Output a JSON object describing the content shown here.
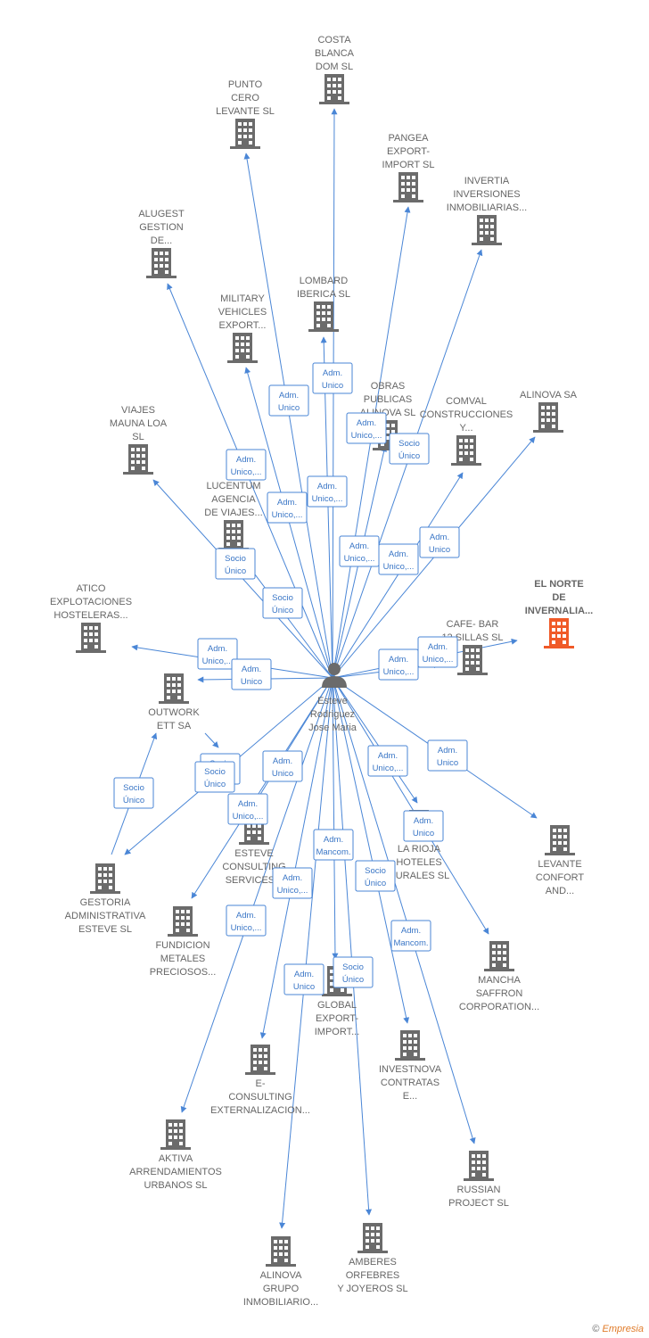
{
  "center": {
    "name_lines": [
      "Esteve",
      "Rodriguez",
      "Jose Maria"
    ]
  },
  "companies": [
    {
      "id": "costa",
      "lines": [
        "COSTA",
        "BLANCA",
        "DOM  SL"
      ]
    },
    {
      "id": "punto",
      "lines": [
        "PUNTO",
        "CERO",
        "LEVANTE SL"
      ]
    },
    {
      "id": "pangea",
      "lines": [
        "PANGEA",
        "EXPORT-",
        "IMPORT  SL"
      ]
    },
    {
      "id": "invertia",
      "lines": [
        "INVERTIA",
        "INVERSIONES",
        "INMOBILIARIAS..."
      ]
    },
    {
      "id": "alugest",
      "lines": [
        "ALUGEST",
        "GESTION",
        "DE..."
      ]
    },
    {
      "id": "lombard",
      "lines": [
        "LOMBARD",
        "IBERICA  SL"
      ]
    },
    {
      "id": "military",
      "lines": [
        "MILITARY",
        "VEHICLES",
        "EXPORT..."
      ]
    },
    {
      "id": "obras",
      "lines": [
        "OBRAS",
        "PUBLICAS",
        "ALINOVA  SL"
      ]
    },
    {
      "id": "comval",
      "lines": [
        "COMVAL",
        "CONSTRUCCIONES",
        "Y..."
      ]
    },
    {
      "id": "alinovasa",
      "lines": [
        "ALINOVA SA"
      ]
    },
    {
      "id": "viajes",
      "lines": [
        "VIAJES",
        "MAUNA LOA",
        "SL"
      ]
    },
    {
      "id": "lucentum",
      "lines": [
        "LUCENTUM",
        "AGENCIA",
        "DE VIAJES..."
      ]
    },
    {
      "id": "elnorte",
      "lines": [
        "EL NORTE",
        "DE",
        "INVERNALIA..."
      ]
    },
    {
      "id": "atico",
      "lines": [
        "ATICO",
        "EXPLOTACIONES",
        "HOSTELERAS..."
      ]
    },
    {
      "id": "cafe",
      "lines": [
        "CAFE- BAR",
        "12 SILLAS  SL"
      ]
    },
    {
      "id": "outwork",
      "lines": [
        "OUTWORK",
        "ETT SA"
      ]
    },
    {
      "id": "esteveconsulting",
      "lines": [
        "ESTEVE",
        "CONSULTING",
        "SERVICES..."
      ]
    },
    {
      "id": "larioja",
      "lines": [
        "LA RIOJA",
        "HOTELES",
        "RURALES  SL"
      ]
    },
    {
      "id": "levante",
      "lines": [
        "LEVANTE",
        "CONFORT",
        "AND..."
      ]
    },
    {
      "id": "gestoria",
      "lines": [
        "GESTORIA",
        "ADMINISTRATIVA",
        "ESTEVE  SL"
      ]
    },
    {
      "id": "fundicion",
      "lines": [
        "FUNDICION",
        "METALES",
        "PRECIOSOS..."
      ]
    },
    {
      "id": "mancha",
      "lines": [
        "MANCHA",
        "SAFFRON",
        "CORPORATION..."
      ]
    },
    {
      "id": "global",
      "lines": [
        "GLOBAL",
        "EXPORT-",
        "IMPORT..."
      ]
    },
    {
      "id": "econsulting",
      "lines": [
        "E-",
        "CONSULTING",
        "EXTERNALIZACION..."
      ]
    },
    {
      "id": "investnova",
      "lines": [
        "INVESTNOVA",
        "CONTRATAS",
        "E..."
      ]
    },
    {
      "id": "aktiva",
      "lines": [
        "AKTIVA",
        "ARRENDAMIENTOS",
        "URBANOS  SL"
      ]
    },
    {
      "id": "russian",
      "lines": [
        "RUSSIAN",
        "PROJECT SL"
      ]
    },
    {
      "id": "alinovagrupo",
      "lines": [
        "ALINOVA",
        "GRUPO",
        "INMOBILIARIO..."
      ]
    },
    {
      "id": "amberes",
      "lines": [
        "AMBERES",
        "ORFEBRES",
        "Y JOYEROS  SL"
      ]
    }
  ],
  "relations": [
    {
      "target": "costa",
      "lines": [
        "Adm.",
        "Unico"
      ]
    },
    {
      "target": "punto",
      "lines": [
        "Adm.",
        "Unico"
      ]
    },
    {
      "target": "pangea",
      "lines": [
        "Adm.",
        "Unico,..."
      ]
    },
    {
      "target": "invertia",
      "lines": [
        "Socio",
        "Único"
      ]
    },
    {
      "target": "alugest",
      "lines": [
        "Adm.",
        "Unico,..."
      ]
    },
    {
      "target": "lombard",
      "lines": [
        "Adm.",
        "Unico,..."
      ]
    },
    {
      "target": "military",
      "lines": [
        "Adm.",
        "Unico,..."
      ]
    },
    {
      "target": "obras",
      "lines": [
        "Adm.",
        "Unico,..."
      ]
    },
    {
      "target": "comval",
      "lines": [
        "Adm.",
        "Unico,..."
      ]
    },
    {
      "target": "alinovasa",
      "lines": [
        "Adm.",
        "Unico"
      ]
    },
    {
      "target": "viajes",
      "lines": [
        "Socio",
        "Único"
      ]
    },
    {
      "target": "lucentum",
      "lines": [
        "Socio",
        "Único"
      ]
    },
    {
      "target": "elnorte",
      "lines": [
        "Adm.",
        "Unico,..."
      ]
    },
    {
      "target": "atico",
      "lines": [
        "Adm.",
        "Unico,..."
      ]
    },
    {
      "target": "cafe",
      "lines": [
        "Adm.",
        "Unico,..."
      ]
    },
    {
      "target": "outwork",
      "lines": [
        "Adm.",
        "Unico"
      ]
    },
    {
      "target": "outwork2",
      "lines": [
        "Socio",
        "Único"
      ]
    },
    {
      "target": "esteveconsulting",
      "lines": [
        "Socio",
        "Único"
      ]
    },
    {
      "target": "esteveconsulting2",
      "lines": [
        "Adm.",
        "Unico,..."
      ]
    },
    {
      "target": "larioja",
      "lines": [
        "Adm.",
        "Unico,..."
      ]
    },
    {
      "target": "larioja2",
      "lines": [
        "Adm.",
        "Unico"
      ]
    },
    {
      "target": "levante",
      "lines": [
        "Adm.",
        "Unico"
      ]
    },
    {
      "target": "gestoria",
      "lines": [
        "Socio",
        "Único"
      ]
    },
    {
      "target": "fundicion",
      "lines": [
        "Adm.",
        "Unico"
      ]
    },
    {
      "target": "mancha",
      "lines": [
        "Adm.",
        "Mancom."
      ]
    },
    {
      "target": "global",
      "lines": [
        "Adm.",
        "Mancom."
      ]
    },
    {
      "target": "global2",
      "lines": [
        "Socio",
        "Único"
      ]
    },
    {
      "target": "econsulting",
      "lines": [
        "Adm.",
        "Unico,..."
      ]
    },
    {
      "target": "investnova",
      "lines": [
        "Socio",
        "Único"
      ]
    },
    {
      "target": "aktiva",
      "lines": [
        "Adm.",
        "Unico,..."
      ]
    },
    {
      "target": "alinovagrupo",
      "lines": [
        "Adm.",
        "Unico"
      ]
    },
    {
      "target": "amberes",
      "lines": [
        "Socio",
        "Único"
      ]
    }
  ],
  "colors": {
    "edge": "#4a86d6",
    "building": "#6b6b6b",
    "highlight": "#f05a28"
  },
  "footer": {
    "copyright": "©",
    "brand": "Empresia"
  }
}
